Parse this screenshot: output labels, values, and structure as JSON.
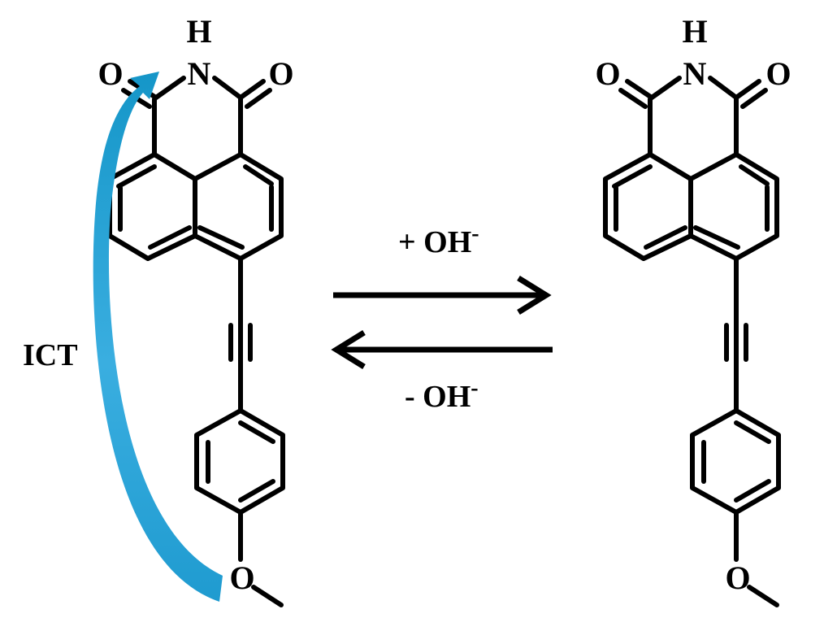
{
  "left_molecule": {
    "atoms": {
      "h": "H",
      "n": "N",
      "o_left": "O",
      "o_right": "O",
      "o_methoxy": "O"
    }
  },
  "right_molecule": {
    "atoms": {
      "h": "H",
      "n": "N",
      "o_left": "O",
      "o_right": "O",
      "o_methoxy": "O"
    }
  },
  "ict_label": "ICT",
  "forward_arrow": {
    "label": "+ OH",
    "superscript": "-"
  },
  "reverse_arrow": {
    "label": "- OH",
    "superscript": "-"
  },
  "colors": {
    "ict_arrow": "#1596c8",
    "bonds": "#000000"
  }
}
